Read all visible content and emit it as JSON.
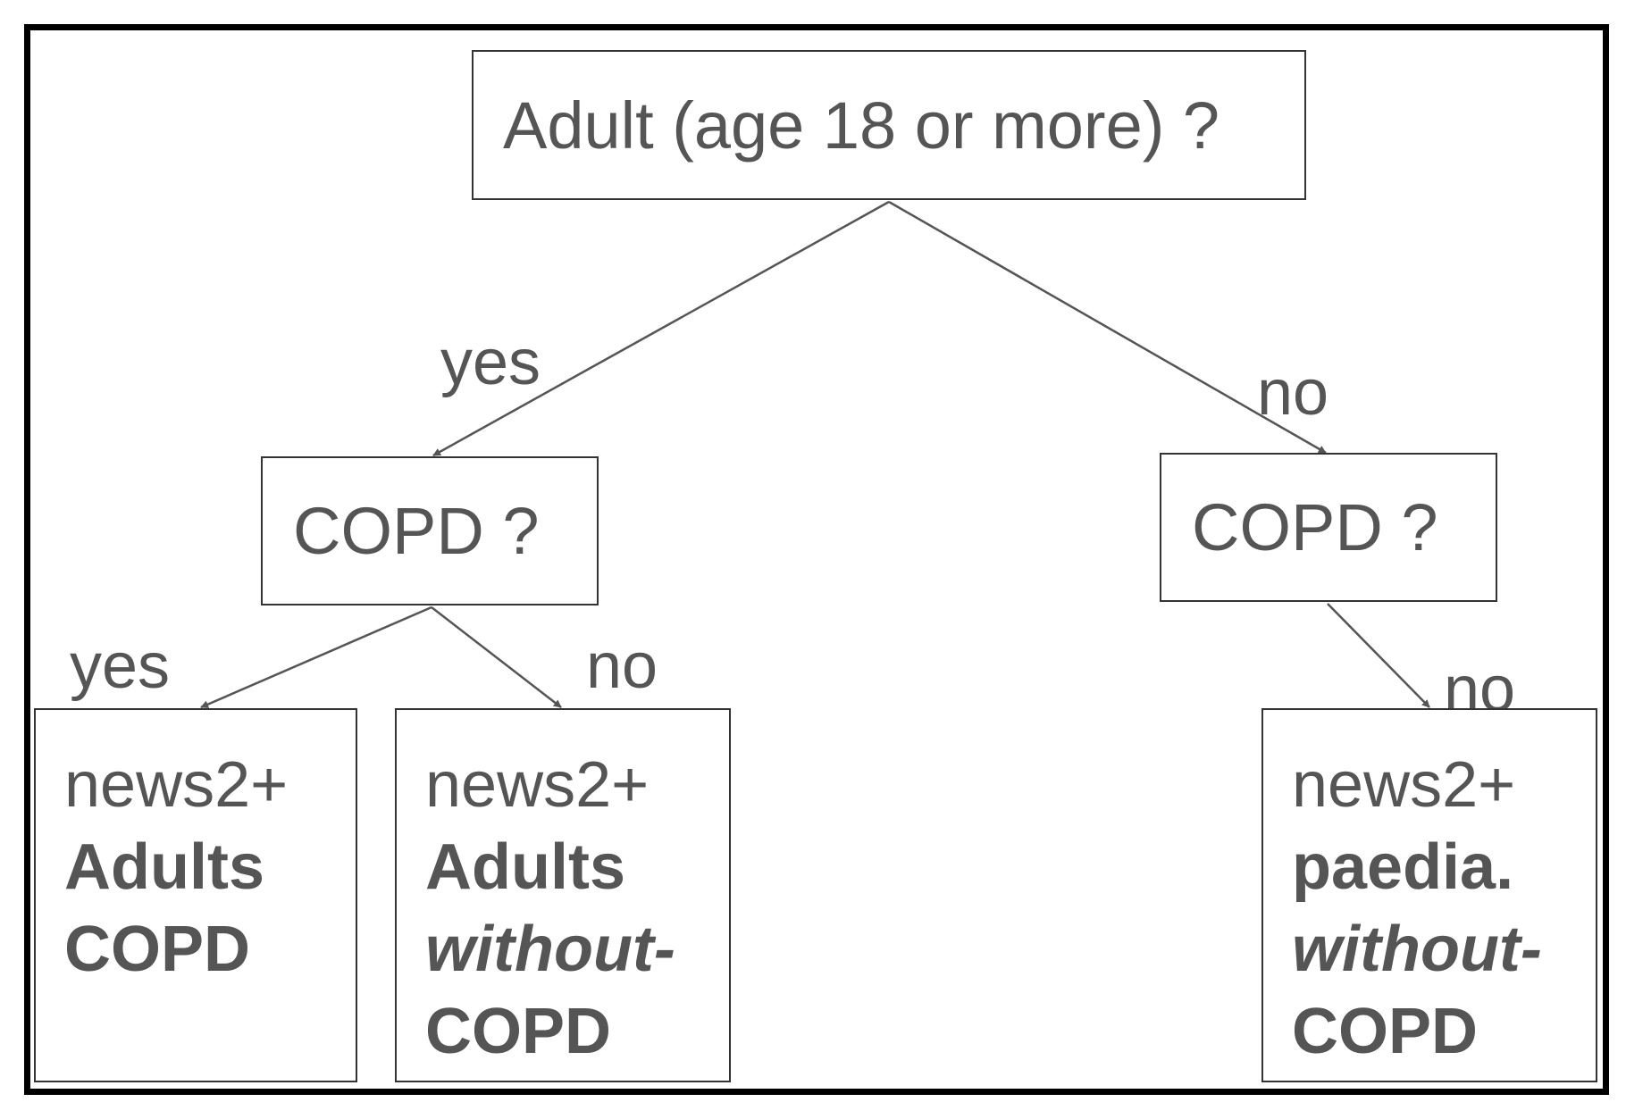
{
  "root": {
    "text": "Adult (age 18 or more) ?"
  },
  "left_question": {
    "text": "COPD ?"
  },
  "right_question": {
    "text": "COPD ?"
  },
  "edges": {
    "root_yes": "yes",
    "root_no": "no",
    "left_yes": "yes",
    "left_no": "no",
    "right_no": "no"
  },
  "leaves": [
    {
      "line1": "news2+",
      "line2": "Adults",
      "line3": "COPD"
    },
    {
      "line1": "news2+",
      "line2": "Adults",
      "line3": "without-",
      "line4": "COPD"
    },
    {
      "line1": "news2+",
      "line2": "paedia.",
      "line3": "without-",
      "line4": "COPD"
    }
  ],
  "colors": {
    "text": "#555555",
    "line": "#555555",
    "border": "#000000"
  }
}
